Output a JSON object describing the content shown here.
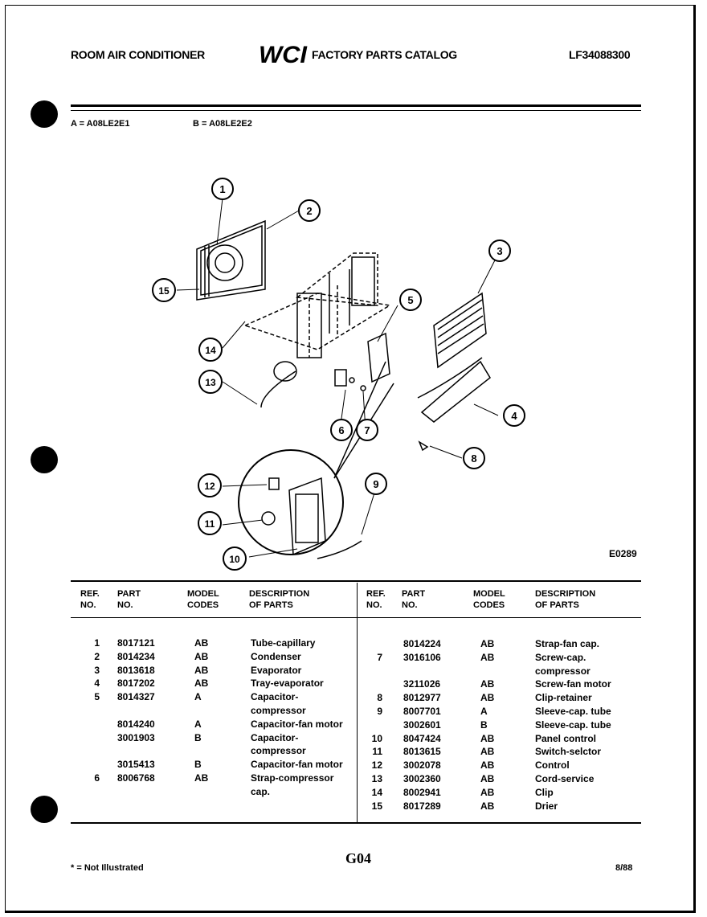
{
  "header": {
    "left": "ROOM AIR CONDITIONER",
    "logo_text": "WCI",
    "center": "FACTORY PARTS CATALOG",
    "right": "LF34088300"
  },
  "models": {
    "a": "A = A08LE2E1",
    "b": "B = A08LE2E2"
  },
  "diagram": {
    "code": "E0289",
    "callouts": [
      "1",
      "2",
      "3",
      "4",
      "5",
      "6",
      "7",
      "8",
      "9",
      "10",
      "11",
      "12",
      "13",
      "14",
      "15"
    ]
  },
  "table": {
    "headers": {
      "ref": [
        "REF.",
        "NO."
      ],
      "part": [
        "PART",
        "NO."
      ],
      "model": [
        "MODEL",
        "CODES"
      ],
      "desc": [
        "DESCRIPTION",
        "OF PARTS"
      ]
    },
    "left_rows": [
      {
        "ref": "1",
        "part": "8017121",
        "model": "AB",
        "desc": "Tube-capillary"
      },
      {
        "ref": "2",
        "part": "8014234",
        "model": "AB",
        "desc": "Condenser"
      },
      {
        "ref": "3",
        "part": "8013618",
        "model": "AB",
        "desc": "Evaporator"
      },
      {
        "ref": "4",
        "part": "8017202",
        "model": "AB",
        "desc": "Tray-evaporator"
      },
      {
        "ref": "5",
        "part": "8014327",
        "model": "A",
        "desc": "Capacitor-"
      },
      {
        "ref": "",
        "part": "",
        "model": "",
        "desc": "  compressor"
      },
      {
        "ref": "",
        "part": "8014240",
        "model": "A",
        "desc": "Capacitor-fan motor"
      },
      {
        "ref": "",
        "part": "3001903",
        "model": "B",
        "desc": "Capacitor-"
      },
      {
        "ref": "",
        "part": "",
        "model": "",
        "desc": "  compressor"
      },
      {
        "ref": "",
        "part": "3015413",
        "model": "B",
        "desc": "Capacitor-fan motor"
      },
      {
        "ref": "6",
        "part": "8006768",
        "model": "AB",
        "desc": "Strap-compressor"
      },
      {
        "ref": "",
        "part": "",
        "model": "",
        "desc": "  cap."
      }
    ],
    "right_rows": [
      {
        "ref": "",
        "part": "8014224",
        "model": "AB",
        "desc": "Strap-fan cap."
      },
      {
        "ref": "7",
        "part": "3016106",
        "model": "AB",
        "desc": "Screw-cap."
      },
      {
        "ref": "",
        "part": "",
        "model": "",
        "desc": "  compressor"
      },
      {
        "ref": "",
        "part": "3211026",
        "model": "AB",
        "desc": "Screw-fan motor"
      },
      {
        "ref": "8",
        "part": "8012977",
        "model": "AB",
        "desc": "Clip-retainer"
      },
      {
        "ref": "9",
        "part": "8007701",
        "model": "A",
        "desc": "Sleeve-cap. tube"
      },
      {
        "ref": "",
        "part": "3002601",
        "model": "B",
        "desc": "Sleeve-cap. tube"
      },
      {
        "ref": "10",
        "part": "8047424",
        "model": "AB",
        "desc": "Panel control"
      },
      {
        "ref": "11",
        "part": "8013615",
        "model": "AB",
        "desc": "Switch-selctor"
      },
      {
        "ref": "12",
        "part": "3002078",
        "model": "AB",
        "desc": "Control"
      },
      {
        "ref": "13",
        "part": "3002360",
        "model": "AB",
        "desc": "Cord-service"
      },
      {
        "ref": "14",
        "part": "8002941",
        "model": "AB",
        "desc": "Clip"
      },
      {
        "ref": "15",
        "part": "8017289",
        "model": "AB",
        "desc": "Drier"
      }
    ]
  },
  "footer": {
    "page": "G04",
    "note": "* = Not Illustrated",
    "date": "8/88"
  }
}
